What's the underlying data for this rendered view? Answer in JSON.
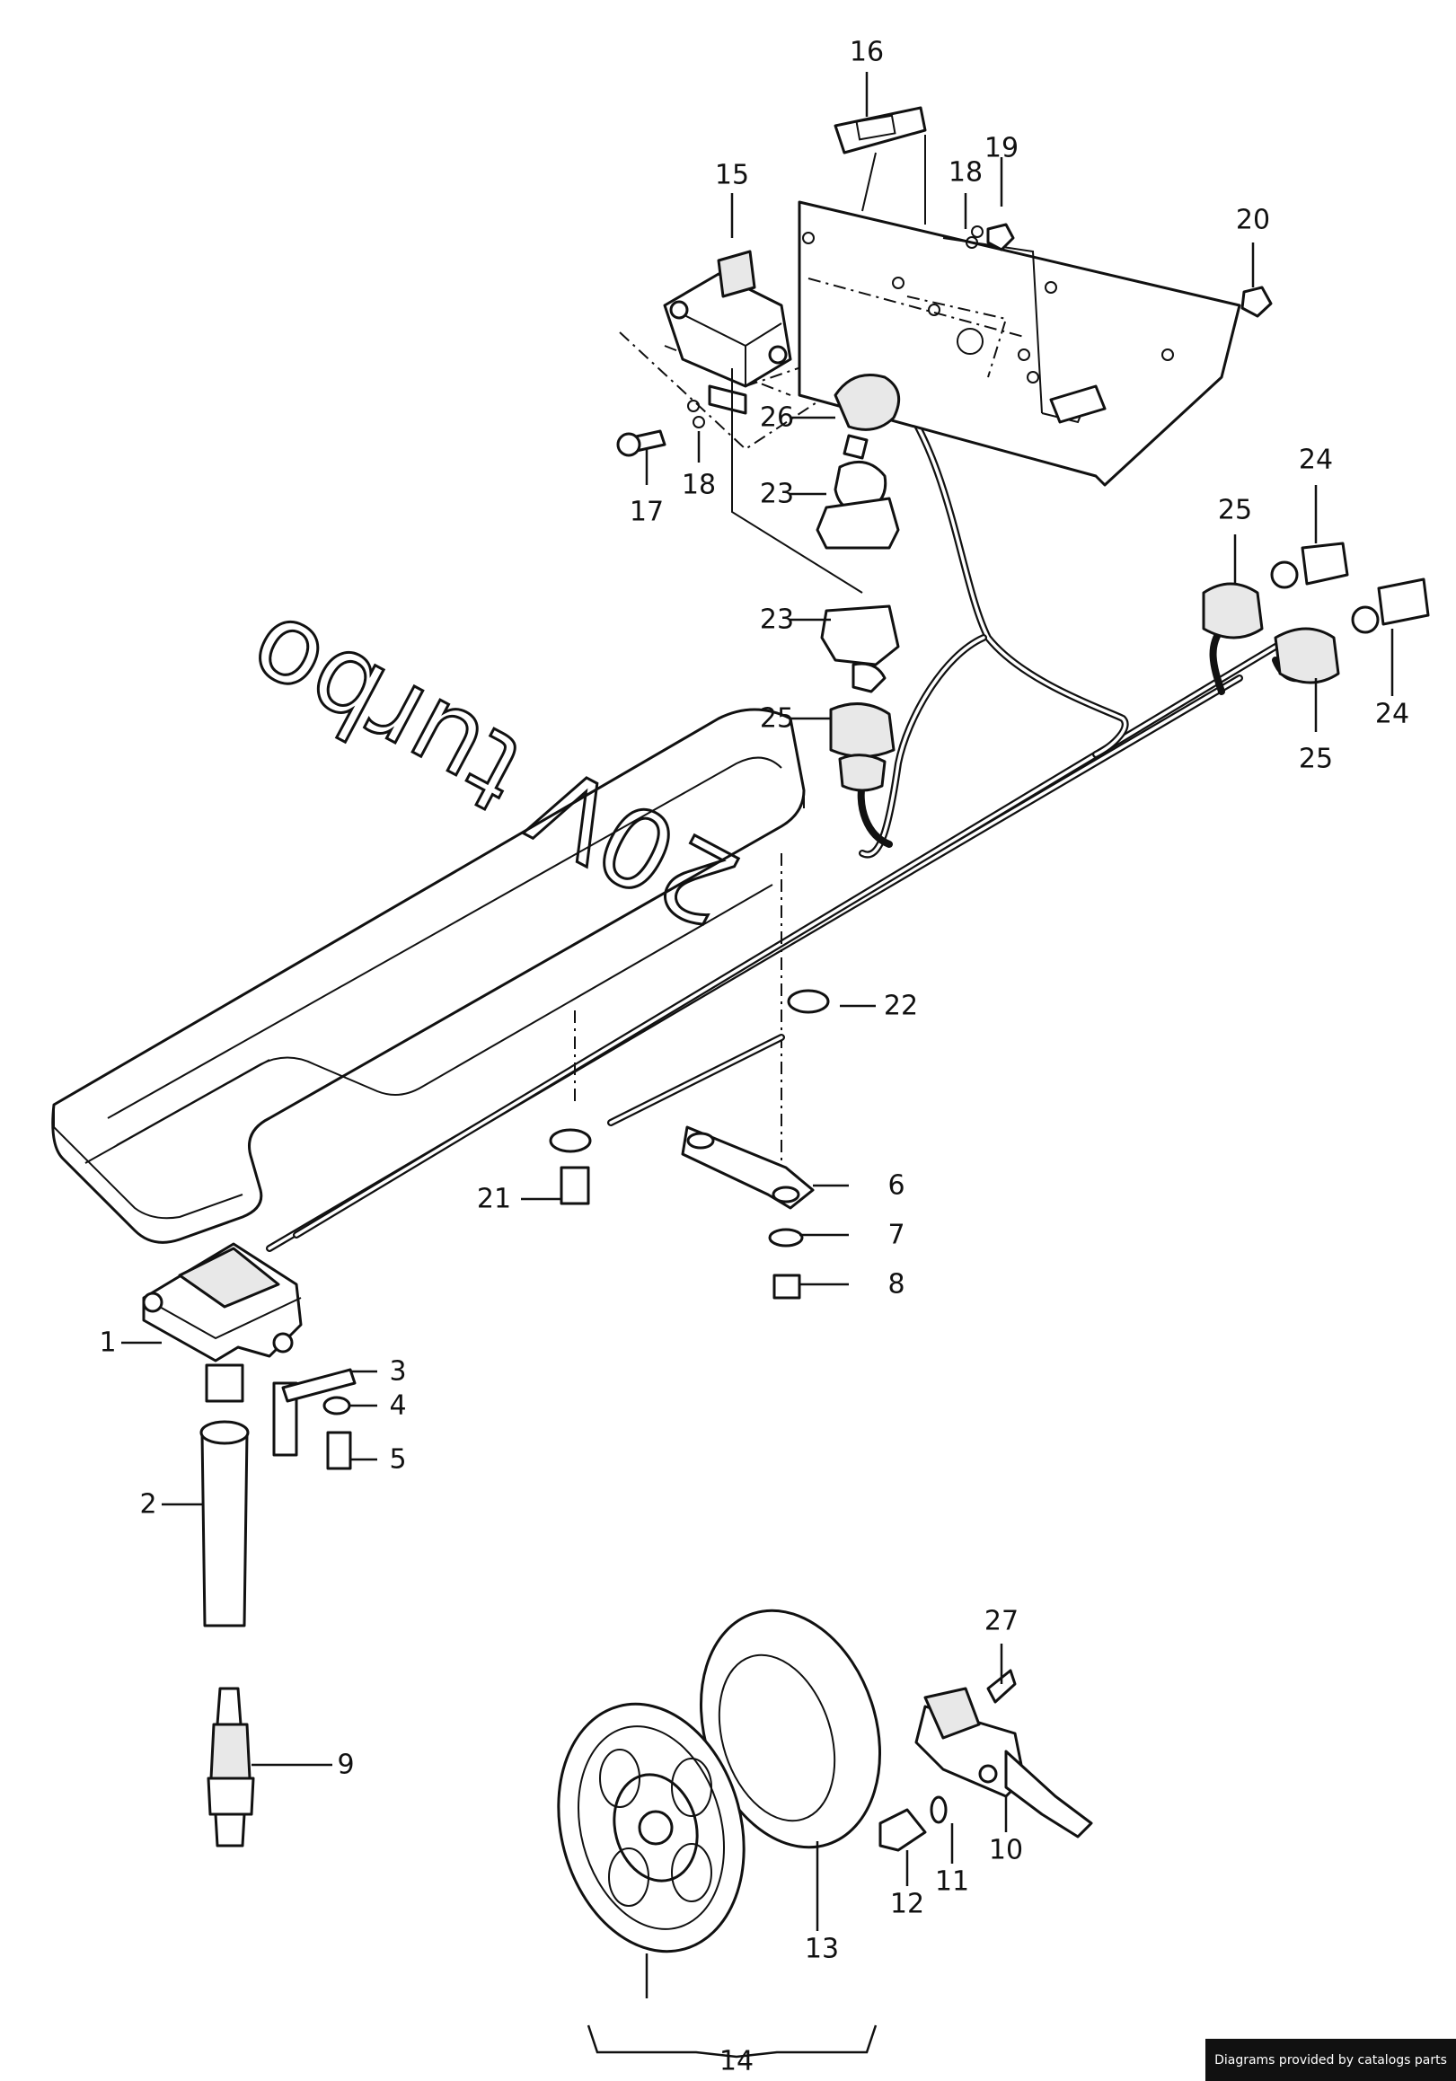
{
  "diagram": {
    "cover_lettering": "20V turbo",
    "callouts": [
      "1",
      "2",
      "3",
      "4",
      "5",
      "6",
      "7",
      "8",
      "9",
      "10",
      "11",
      "12",
      "13",
      "14",
      "15",
      "16",
      "17",
      "18",
      "18",
      "19",
      "20",
      "21",
      "22",
      "23",
      "23",
      "24",
      "24",
      "25",
      "25",
      "25",
      "26",
      "27"
    ]
  },
  "footer": {
    "credit": "Diagrams provided by catalogs parts"
  }
}
